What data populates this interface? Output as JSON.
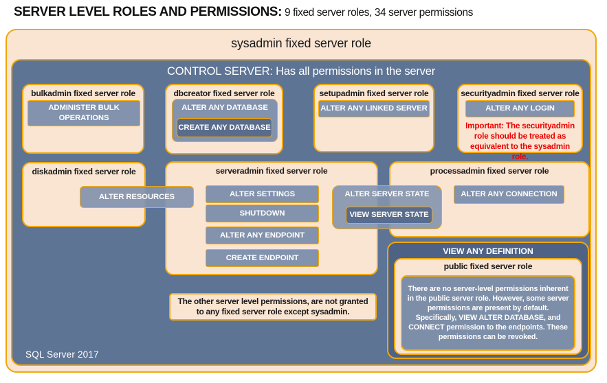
{
  "colors": {
    "gold": "#F2A70A",
    "peach": "#FAE5D2",
    "blue": "#5E7494",
    "blue-light": "#8393AD",
    "blue-mid": "#5A6C8C",
    "blue-dark": "#4E6285",
    "blue-pale": "#7D8EA8",
    "red": "#EE0000"
  },
  "title": {
    "main": "SERVER LEVEL ROLES AND PERMISSIONS:",
    "sub": "9 fixed server roles, 34 server permissions"
  },
  "sysadmin": {
    "label": "sysadmin fixed server role"
  },
  "control_server": {
    "label": "CONTROL SERVER: Has all permissions in the server"
  },
  "roles": {
    "bulkadmin": {
      "title": "bulkadmin fixed server role",
      "permission": "ADMINISTER BULK OPERATIONS"
    },
    "dbcreator": {
      "title": "dbcreator fixed server role",
      "permission": "ALTER ANY DATABASE",
      "nested_permission": "CREATE ANY DATABASE"
    },
    "setupadmin": {
      "title": "setupadmin fixed server role",
      "permission": "ALTER ANY LINKED SERVER"
    },
    "securityadmin": {
      "title": "securityadmin fixed server role",
      "permission": "ALTER ANY LOGIN",
      "warning": "Important: The securityadmin role should be treated as equivalent to the sysadmin role."
    },
    "diskadmin": {
      "title": "diskadmin fixed server role",
      "permission": "ALTER RESOURCES"
    },
    "serveradmin": {
      "title": "serveradmin fixed server role",
      "permissions": [
        "ALTER SETTINGS",
        "SHUTDOWN",
        "ALTER ANY ENDPOINT",
        "CREATE ENDPOINT"
      ],
      "state_group": {
        "label": "ALTER SERVER STATE",
        "nested": "VIEW SERVER STATE"
      }
    },
    "processadmin": {
      "title": "processadmin fixed server role",
      "permission": "ALTER ANY CONNECTION"
    },
    "public": {
      "group_label": "VIEW ANY DEFINITION",
      "title": "public fixed server role",
      "body": "There are no server-level permissions inherent in the public server role. However, some server permissions are present by default. Specifically, VIEW ALTER DATABASE, and CONNECT permission to the endpoints. These permissions can be revoked."
    }
  },
  "note": "The other server level permissions, are not granted to any fixed server role except sysadmin.",
  "footer": "SQL Server 2017"
}
